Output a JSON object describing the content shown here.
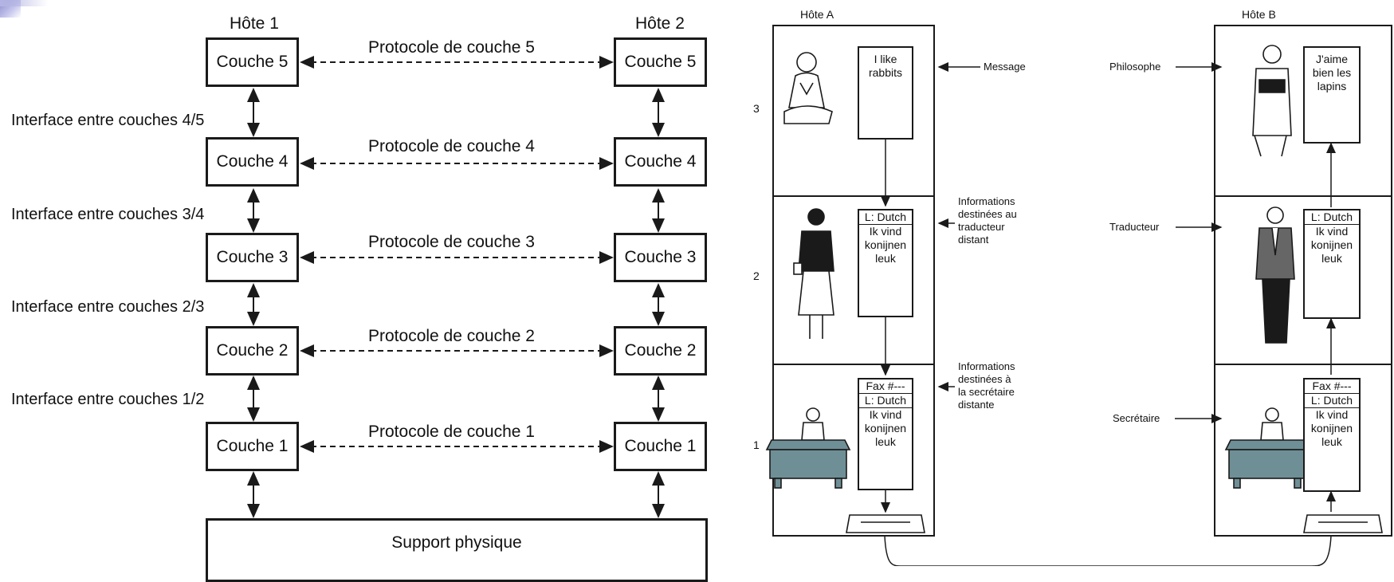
{
  "left": {
    "host1_title": "Hôte 1",
    "host2_title": "Hôte 2",
    "layers": [
      "Couche 5",
      "Couche 4",
      "Couche 3",
      "Couche 2",
      "Couche 1"
    ],
    "protocols": [
      "Protocole de couche 5",
      "Protocole de couche 4",
      "Protocole de couche 3",
      "Protocole de couche 2",
      "Protocole de couche 1"
    ],
    "interfaces": [
      "Interface entre couches 4/5",
      "Interface entre couches 3/4",
      "Interface entre couches 2/3",
      "Interface entre couches 1/2"
    ],
    "support": "Support physique"
  },
  "right": {
    "hostA_title": "Hôte A",
    "hostB_title": "Hôte B",
    "level_numbers": [
      "3",
      "2",
      "1"
    ],
    "hostA_messages": {
      "m3": [
        "I like",
        "rabbits"
      ],
      "m2_header": "L: Dutch",
      "m2_body": [
        "Ik vind",
        "konijnen",
        "leuk"
      ],
      "m1_fax": "Fax #---",
      "m1_header": "L: Dutch",
      "m1_body": [
        "Ik vind",
        "konijnen",
        "leuk"
      ]
    },
    "hostB_messages": {
      "m3": [
        "J'aime",
        "bien les",
        "lapins"
      ],
      "m2_header": "L: Dutch",
      "m2_body": [
        "Ik vind",
        "konijnen",
        "leuk"
      ],
      "m1_fax": "Fax #---",
      "m1_header": "L: Dutch",
      "m1_body": [
        "Ik vind",
        "konijnen",
        "leuk"
      ]
    },
    "annotations": {
      "message": "Message",
      "info_translator": [
        "Informations",
        "destinées au",
        "traducteur",
        "distant"
      ],
      "info_secretary": [
        "Informations",
        "destinées à",
        "la secrétaire",
        "distante"
      ]
    },
    "roles": {
      "philosopher": "Philosophe",
      "translator": "Traducteur",
      "secretary": "Secrétaire"
    }
  },
  "colors": {
    "line": "#1a1a1a",
    "desk": "#6f8f96",
    "suit": "#666666"
  }
}
